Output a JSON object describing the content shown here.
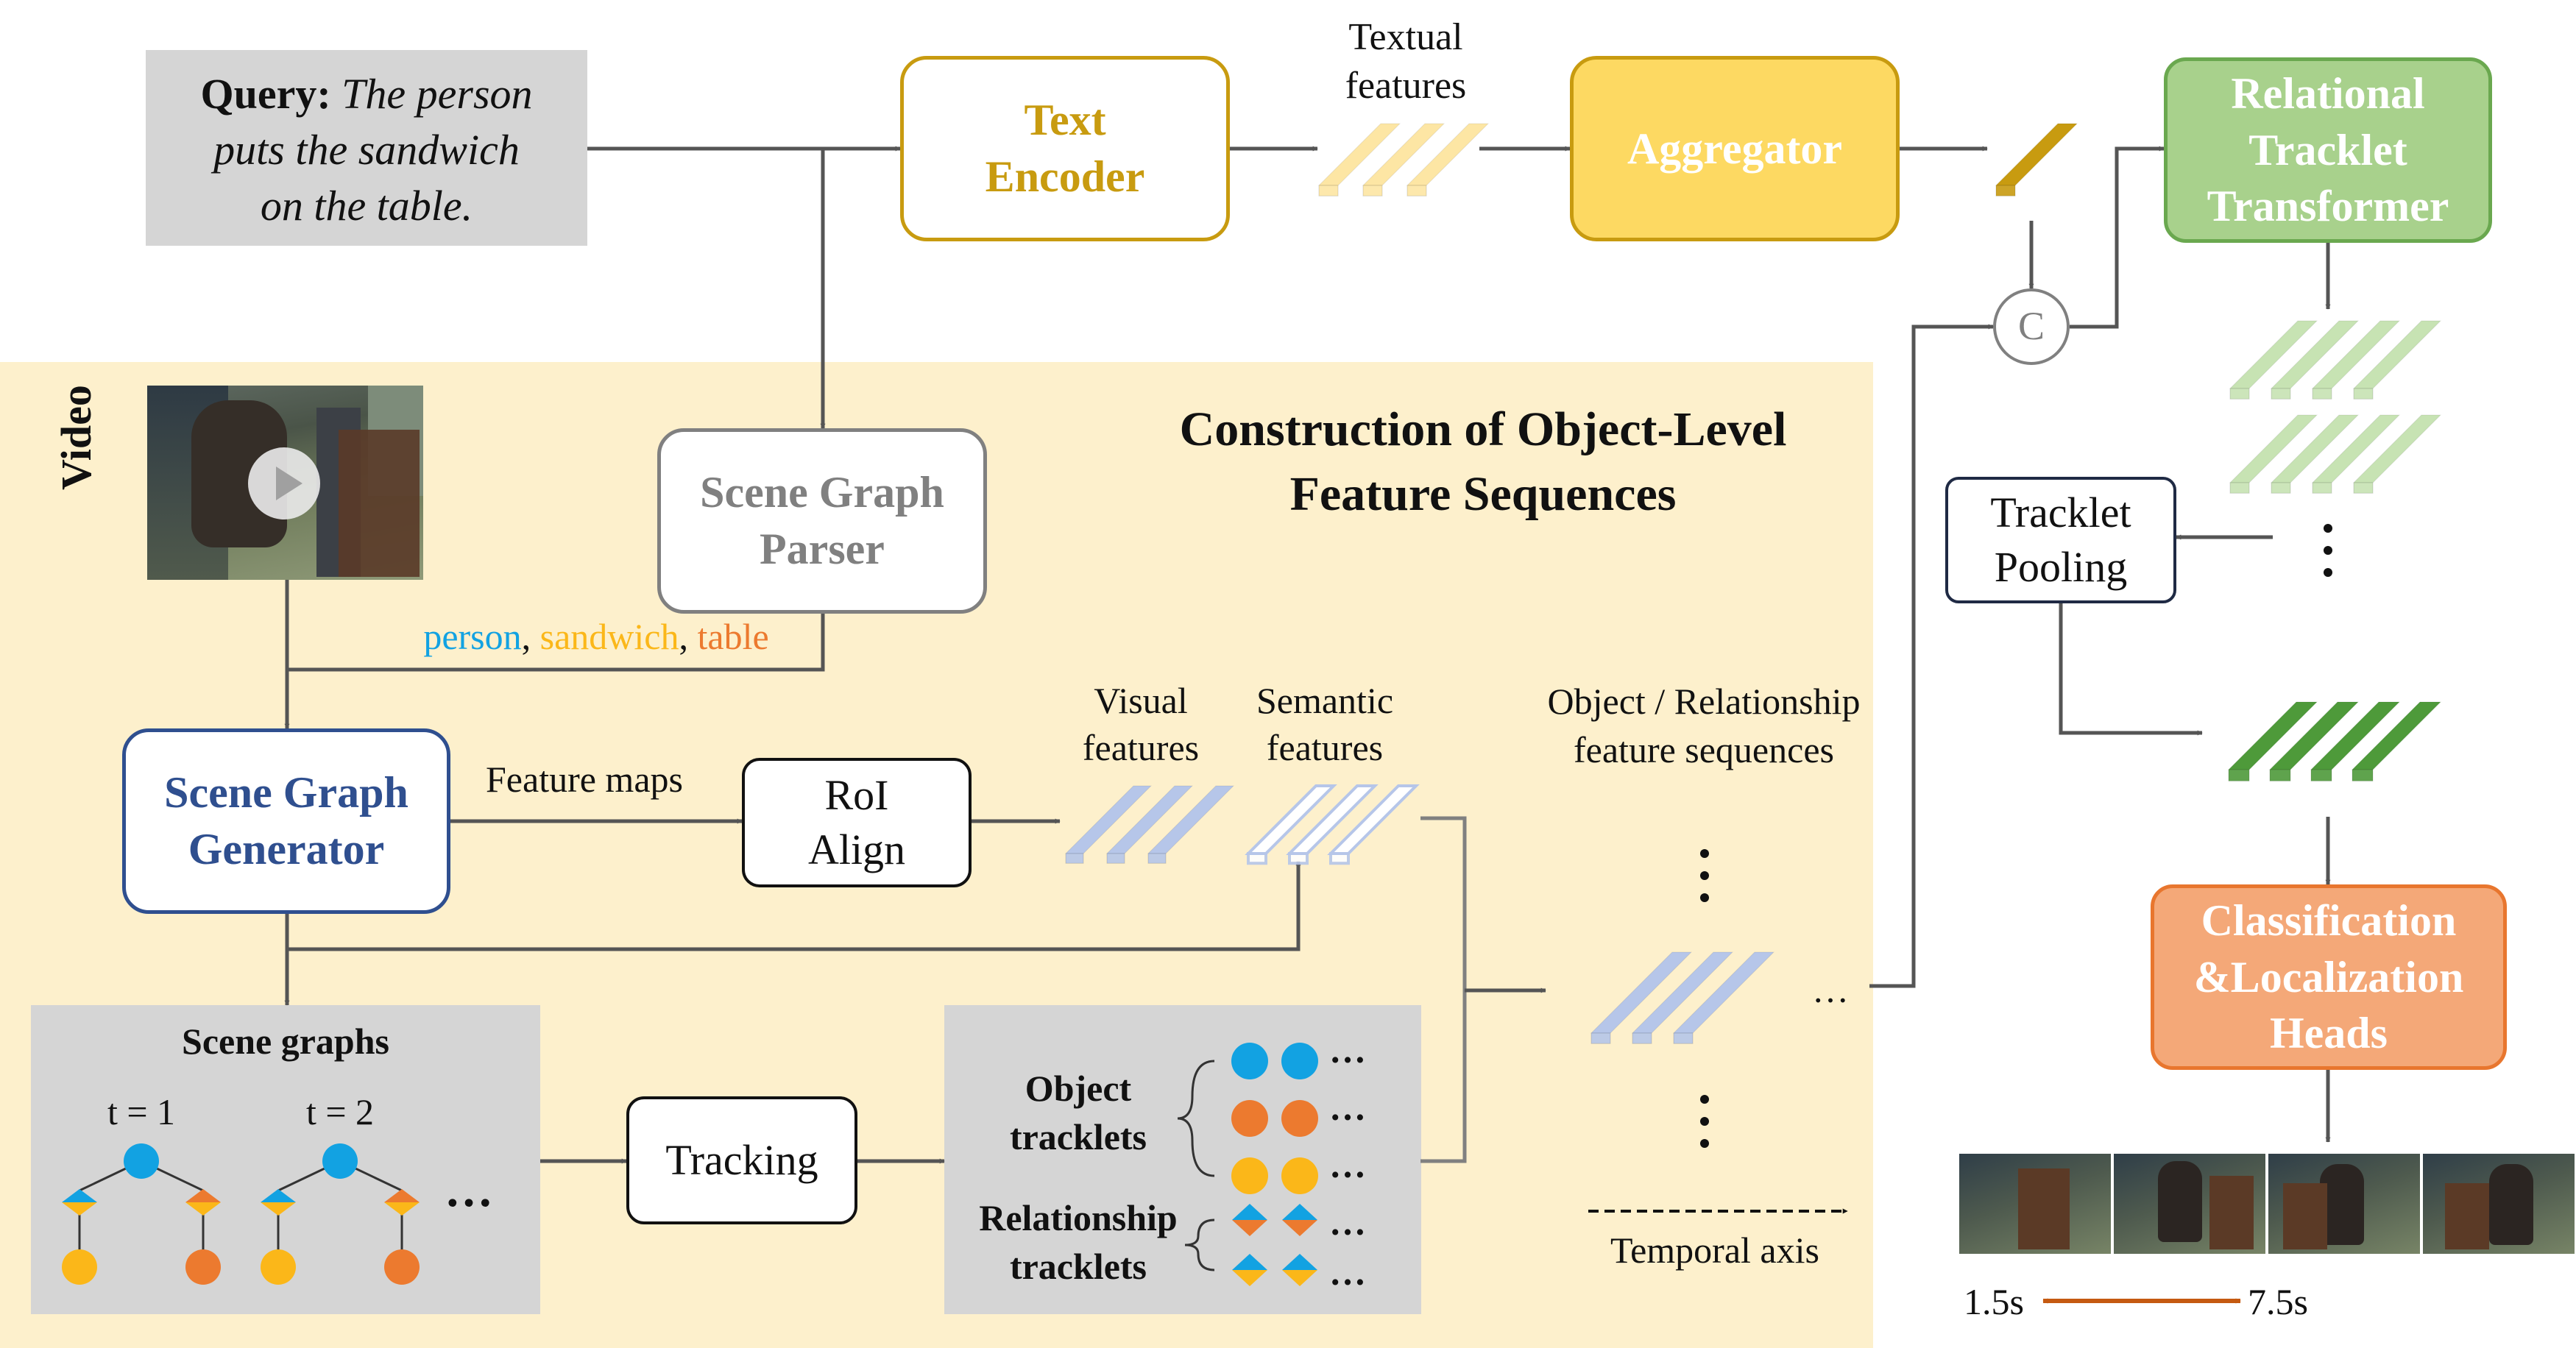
{
  "query": {
    "label": "Query:",
    "text_line1": " The person",
    "text_line2": "puts the sandwich",
    "text_line3": "on the table."
  },
  "text_encoder": {
    "line1": "Text",
    "line2": "Encoder"
  },
  "textual_features": {
    "line1": "Textual",
    "line2": "features"
  },
  "aggregator": {
    "label": "Aggregator"
  },
  "concat_symbol": "C",
  "relational_transformer": {
    "line1": "Relational",
    "line2": "Tracklet",
    "line3": "Transformer"
  },
  "section": {
    "title_line1": "Construction of Object-Level",
    "title_line2": "Feature Sequences"
  },
  "video_label": "Video",
  "scene_graph_parser": {
    "line1": "Scene Graph",
    "line2": "Parser"
  },
  "parsed_entities": {
    "person": "person",
    "sep1": ", ",
    "sandwich": "sandwich",
    "sep2": ", ",
    "table": "table"
  },
  "scene_graph_generator": {
    "line1": "Scene Graph",
    "line2": "Generator"
  },
  "feature_maps": "Feature maps",
  "roi_align": {
    "line1": "RoI",
    "line2": "Align"
  },
  "visual_features": {
    "line1": "Visual",
    "line2": "features"
  },
  "semantic_features": {
    "line1": "Semantic",
    "line2": "features"
  },
  "object_relationship": {
    "line1": "Object / Relationship",
    "line2": "feature sequences"
  },
  "scene_graphs": {
    "title": "Scene graphs",
    "t1": "t = 1",
    "t2": "t = 2",
    "ellipsis": "…"
  },
  "tracking": "Tracking",
  "tracklets": {
    "object_line1": "Object",
    "object_line2": "tracklets",
    "relationship_line1": "Relationship",
    "relationship_line2": "tracklets",
    "ellipsis": "…"
  },
  "sequence_ellipsis": "…",
  "temporal_axis": "Temporal axis",
  "tracklet_pooling": {
    "line1": "Tracklet",
    "line2": "Pooling"
  },
  "classification_heads": {
    "line1": "Classification",
    "line2": "&Localization",
    "line3": "Heads"
  },
  "time_start": "1.5s",
  "time_end": "7.5s",
  "colors": {
    "text_encoder": "#c89b10",
    "aggregator_fill": "#fdd962",
    "transformer_fill": "#a8d18c",
    "transformer_border": "#6aa84f",
    "parser_gray": "#808080",
    "generator_blue": "#2f4f8f",
    "heads_fill": "#f4a878",
    "heads_border": "#e8762e",
    "section_bg": "#fdf0cc",
    "gray_panel": "#d5d5d5",
    "person": "#12a2e2",
    "sandwich": "#fbb719",
    "table": "#ec7a2f",
    "feature_blue": "#b6c6e9",
    "feature_yellow": "#fde6a4",
    "feature_green_light": "#c7e3b3",
    "feature_green_dark": "#4e9a3a",
    "time_arrow": "#c55a11"
  }
}
